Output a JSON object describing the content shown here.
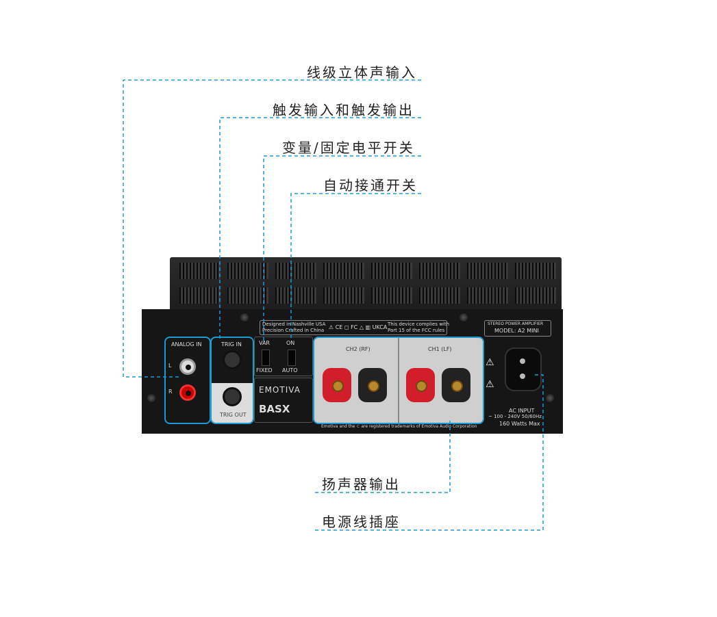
{
  "callouts": {
    "analog_in": "线级立体声输入",
    "trigger": "触发输入和触发输出",
    "var_fixed": "变量/固定电平开关",
    "auto_on": "自动接通开关",
    "speaker_out": "扬声器输出",
    "power_socket": "电源线插座"
  },
  "panel": {
    "analog_in": "ANALOG IN",
    "l": "L",
    "r": "R",
    "trig_in": "TRIG IN",
    "trig_out": "TRIG OUT",
    "var": "VAR",
    "fixed": "FIXED",
    "on": "ON",
    "auto": "AUTO",
    "brand": "EMOTIVA",
    "series": "BASX",
    "ch2": "CH2 (RF)",
    "ch1": "CH1 (LF)",
    "designed": "Designed in Nashville USA",
    "crafted": "Precision Crafted in China",
    "cert": "⚠ CE ◻ FC △ ▥ UKCA",
    "fcc1": "This device complies with",
    "fcc2": "Part 15 of the FCC rules",
    "model_type": "STEREO POWER AMPLIFIER",
    "model": "MODEL: A2 MINI",
    "ac_input": "AC INPUT",
    "voltage": "~ 100 - 240V  50/60Hz",
    "watts": "160 Watts Max",
    "trademark": "Emotiva and the ⊂ are registered trademarks of Emotiva Audio Corporation"
  },
  "colors": {
    "callout": "#1a9bd7"
  }
}
